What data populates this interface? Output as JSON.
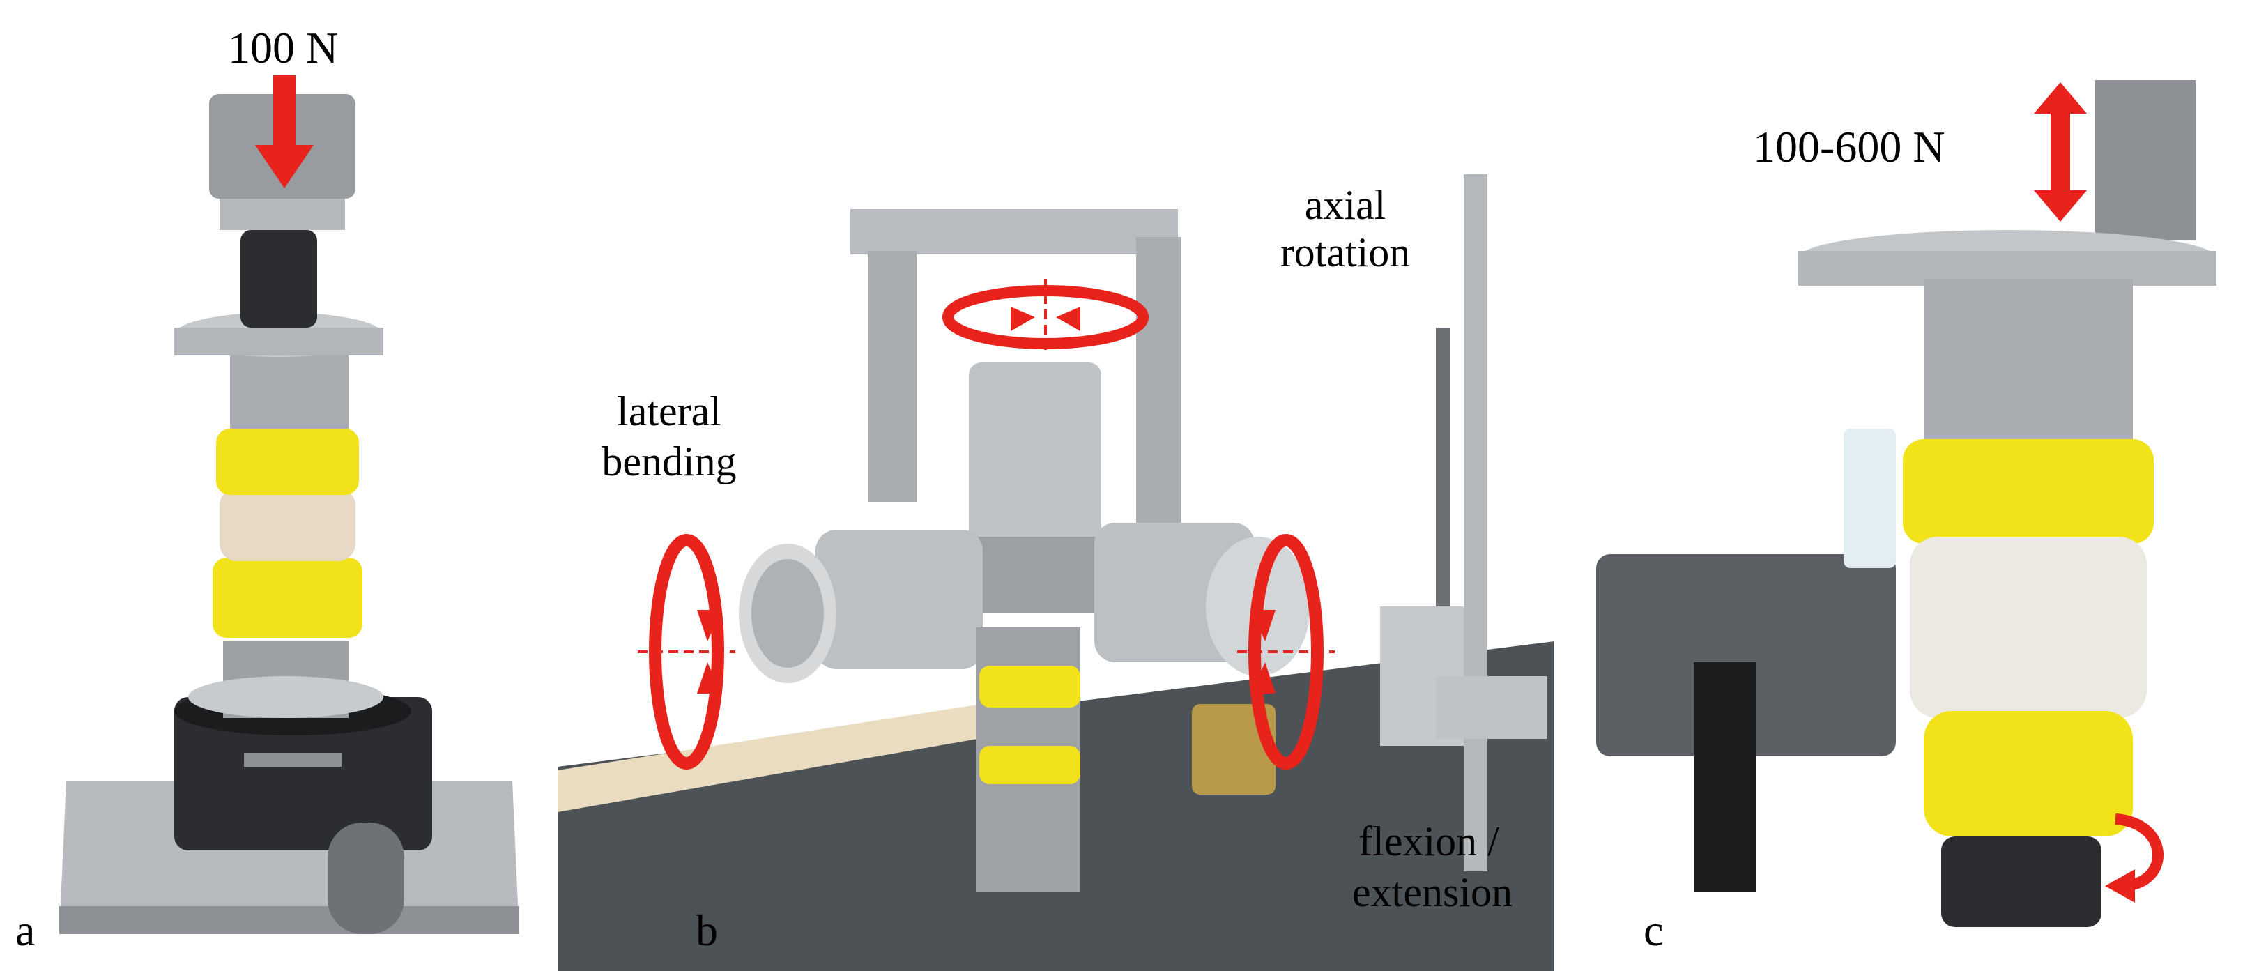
{
  "figure": {
    "panels": [
      {
        "letter": "a",
        "load_label": "100 N"
      },
      {
        "letter": "b",
        "motion_labels": [
          "axial",
          "rotation",
          "lateral",
          "bending",
          "flexion /",
          "extension"
        ]
      },
      {
        "letter": "c",
        "load_label": "100-600 N"
      }
    ]
  },
  "colors": {
    "arrow_red": "#e8231b",
    "specimen_yellow": "#f2e21a",
    "metal": "#a9adb1",
    "dark_metal": "#2b2d30"
  }
}
